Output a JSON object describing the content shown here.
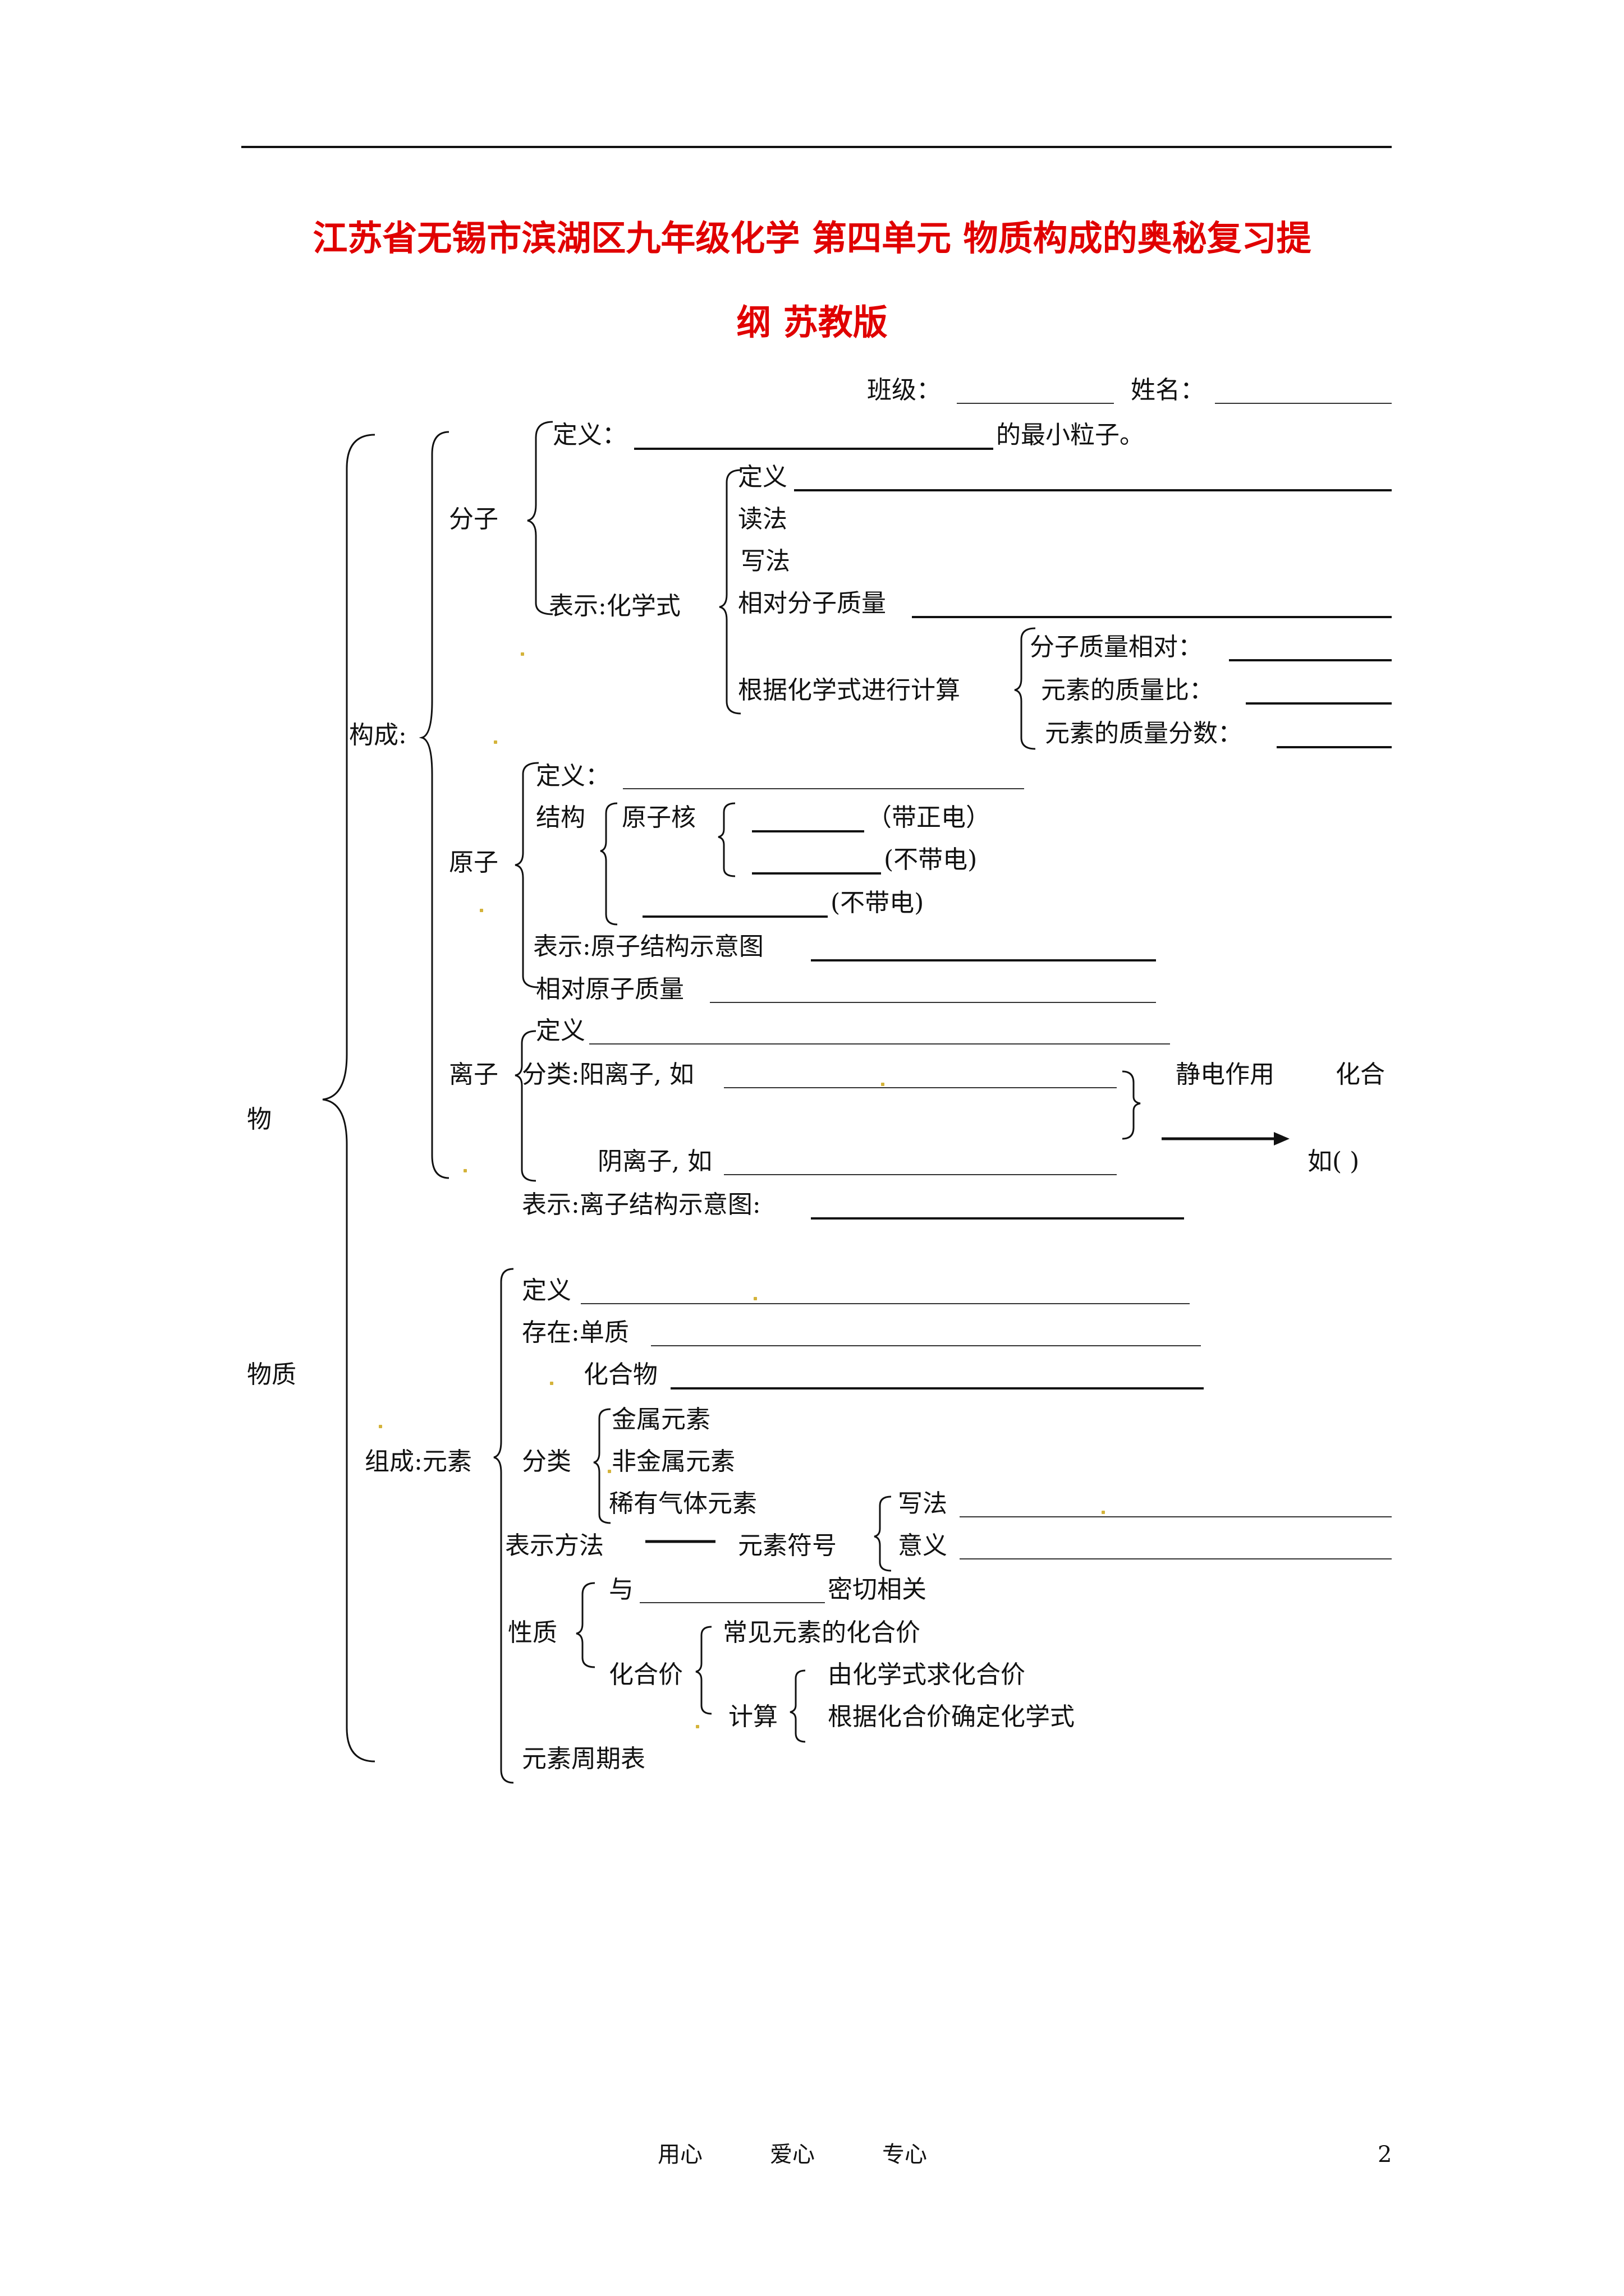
{
  "title": {
    "line1": "江苏省无锡市滨湖区九年级化学 第四单元 物质构成的奥秘复习提",
    "line2": "纲 苏教版"
  },
  "header": {
    "class_label": "班级：",
    "name_label": "姓名："
  },
  "root": {
    "line1": "物",
    "line2": "物质"
  },
  "composition": {
    "label": "构成:",
    "molecule": {
      "label": "分子",
      "def_label": "定义：",
      "def_suffix": "的最小粒子。",
      "repr_label": "表示:化学式",
      "formula_items": [
        "定义",
        "读法",
        "写法",
        "相对分子质量"
      ],
      "calc_label": "根据化学式进行计算",
      "calc_items": [
        "分子质量相对：",
        "元素的质量比：",
        "元素的质量分数："
      ]
    },
    "atom": {
      "label": "原子",
      "def_label": "定义：",
      "structure_label": "结构",
      "nucleus_label": "原子核",
      "positive": "（带正电）",
      "neutral": "(不带电)",
      "electron": "(不带电)",
      "repr_label": "表示:原子结构示意图",
      "rel_mass_label": "相对原子质量"
    },
    "ion": {
      "label": "离子",
      "def_label": "定义",
      "class_label": "分类:阳离子, 如",
      "anion_label": "阴离子, 如",
      "electrostatic": "静电作用",
      "combine": "化合",
      "example": "如(      )",
      "repr_label": "表示:离子结构示意图:"
    }
  },
  "element": {
    "label": "组成:元素",
    "def_label": "定义",
    "exist_label": "存在:单质",
    "compound_label": "化合物",
    "class_label": "分类",
    "class_items": [
      "金属元素",
      "非金属元素",
      "稀有气体元素"
    ],
    "repr_label": "表示方法",
    "symbol_label": "元素符号",
    "symbol_items": [
      "写法",
      "意义"
    ],
    "property_label": "性质",
    "related_prefix": "与",
    "related_suffix": "密切相关",
    "valence_label": "化合价",
    "valence_common": "常见元素的化合价",
    "calc_label": "计算",
    "calc_items": [
      "由化学式求化合价",
      "根据化合价确定化学式"
    ],
    "periodic_table": "元素周期表"
  },
  "footer": {
    "motto": [
      "用心",
      "爱心",
      "专心"
    ],
    "page_number": "2"
  }
}
